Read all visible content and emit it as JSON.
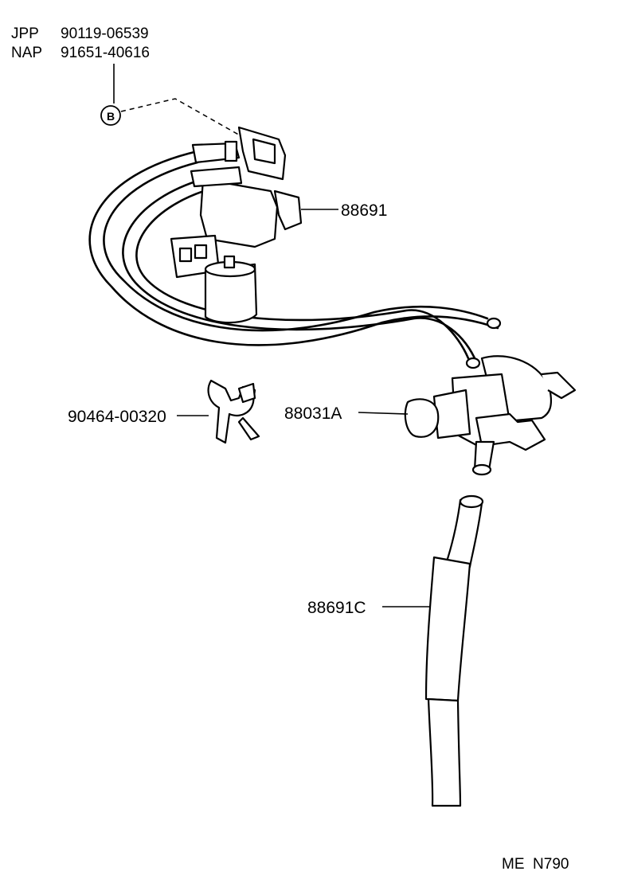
{
  "header": {
    "rows": [
      {
        "prefix": "JPP",
        "number": "90119-06539"
      },
      {
        "prefix": "NAP",
        "number": "91651-40616"
      }
    ]
  },
  "ref_marker": "B",
  "callouts": {
    "valve_assembly": "88691",
    "clip": "90464-00320",
    "check_valve": "88031A",
    "hose": "88691C"
  },
  "footer": "ME  N790"
}
